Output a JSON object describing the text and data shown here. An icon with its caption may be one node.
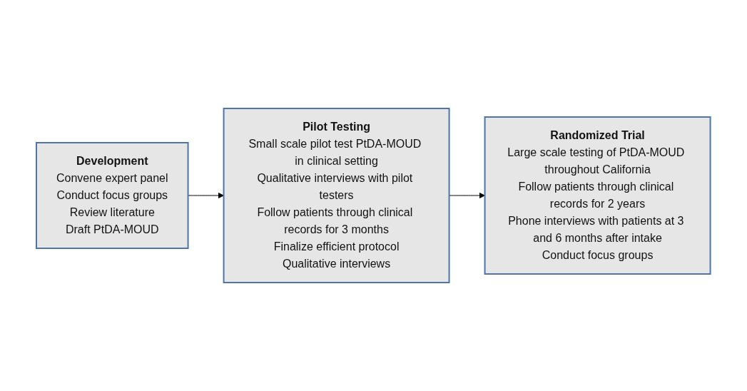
{
  "diagram": {
    "nodes": [
      {
        "text": [
          "Development",
          "Convene expert panel",
          "Conduct focus groups",
          "Review literature",
          "Draft PtDA-MOUD"
        ]
      },
      {
        "text": [
          "Pilot Testing",
          "Small scale pilot test PtDA-MOUD in clinical setting",
          "Qualitative interviews with pilot testers",
          "Follow patients through clinical records for 3 months",
          "Finalize efficient protocol",
          "Qualitative interviews"
        ]
      },
      {
        "text": [
          "Randomized Trial",
          "Large scale testing of PtDA-MOUD throughout California",
          "Follow patients through clinical records for 2 years",
          "Phone interviews with patients at 3 and 6 months after intake",
          "Conduct focus groups"
        ]
      }
    ],
    "edges": [
      {
        "from": 0,
        "to": 1,
        "arrow": "to"
      },
      {
        "from": 1,
        "to": 2,
        "arrow": "to"
      }
    ]
  }
}
